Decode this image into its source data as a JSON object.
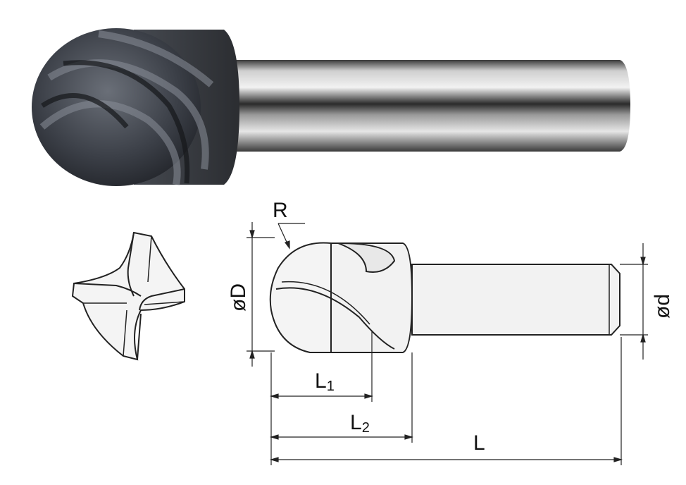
{
  "labels": {
    "radius": "R",
    "diameter_symbol": "ø",
    "head_diameter": "D",
    "shank_diameter": "d",
    "length_base": "L",
    "l1_sub": "1",
    "l2_sub": "2"
  }
}
